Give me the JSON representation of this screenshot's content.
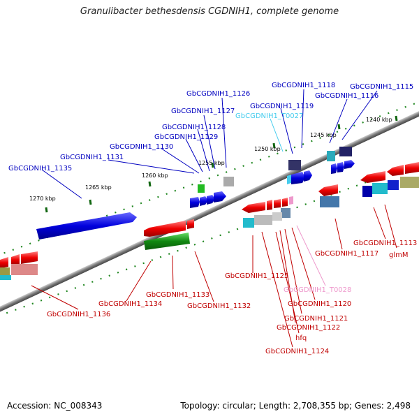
{
  "title": "Granulibacter bethesdensis CGDNIH1, complete genome",
  "footer": {
    "accession": "Accession: NC_008343",
    "summary": "Topology: circular; Length: 2,708,355 bp; Genes: 2,498"
  },
  "colors": {
    "forward_label": "#0000c0",
    "reverse_label": "#c00000",
    "trna_forward": "#44ccee",
    "trna_reverse": "#ee99cc",
    "backbone": "#888888",
    "ticks": "#228822"
  },
  "scale_ticks": [
    "1270 kbp",
    "1265 kbp",
    "1260 kbp",
    "1255 kbp",
    "1250 kbp",
    "1245 kbp",
    "1240 kbp"
  ],
  "forward_genes": [
    "GbCGDNIH1_1135",
    "GbCGDNIH1_1131",
    "GbCGDNIH1_1130",
    "GbCGDNIH1_1129",
    "GbCGDNIH1_1128",
    "GbCGDNIH1_1127",
    "GbCGDNIH1_1126",
    "GbCGDNIH1_T0027",
    "GbCGDNIH1_1119",
    "GbCGDNIH1_1118",
    "GbCGDNIH1_1116",
    "GbCGDNIH1_1115"
  ],
  "reverse_genes": [
    "GbCGDNIH1_1136",
    "GbCGDNIH1_1134",
    "GbCGDNIH1_1133",
    "GbCGDNIH1_1132",
    "GbCGDNIH1_1125",
    "GbCGDNIH1_T0028",
    "GbCGDNIH1_1120",
    "GbCGDNIH1_1121",
    "GbCGDNIH1_1122",
    "hfq",
    "GbCGDNIH1_1124",
    "GbCGDNIH1_1117",
    "GbCGDNIH1_1113",
    "glmM"
  ]
}
